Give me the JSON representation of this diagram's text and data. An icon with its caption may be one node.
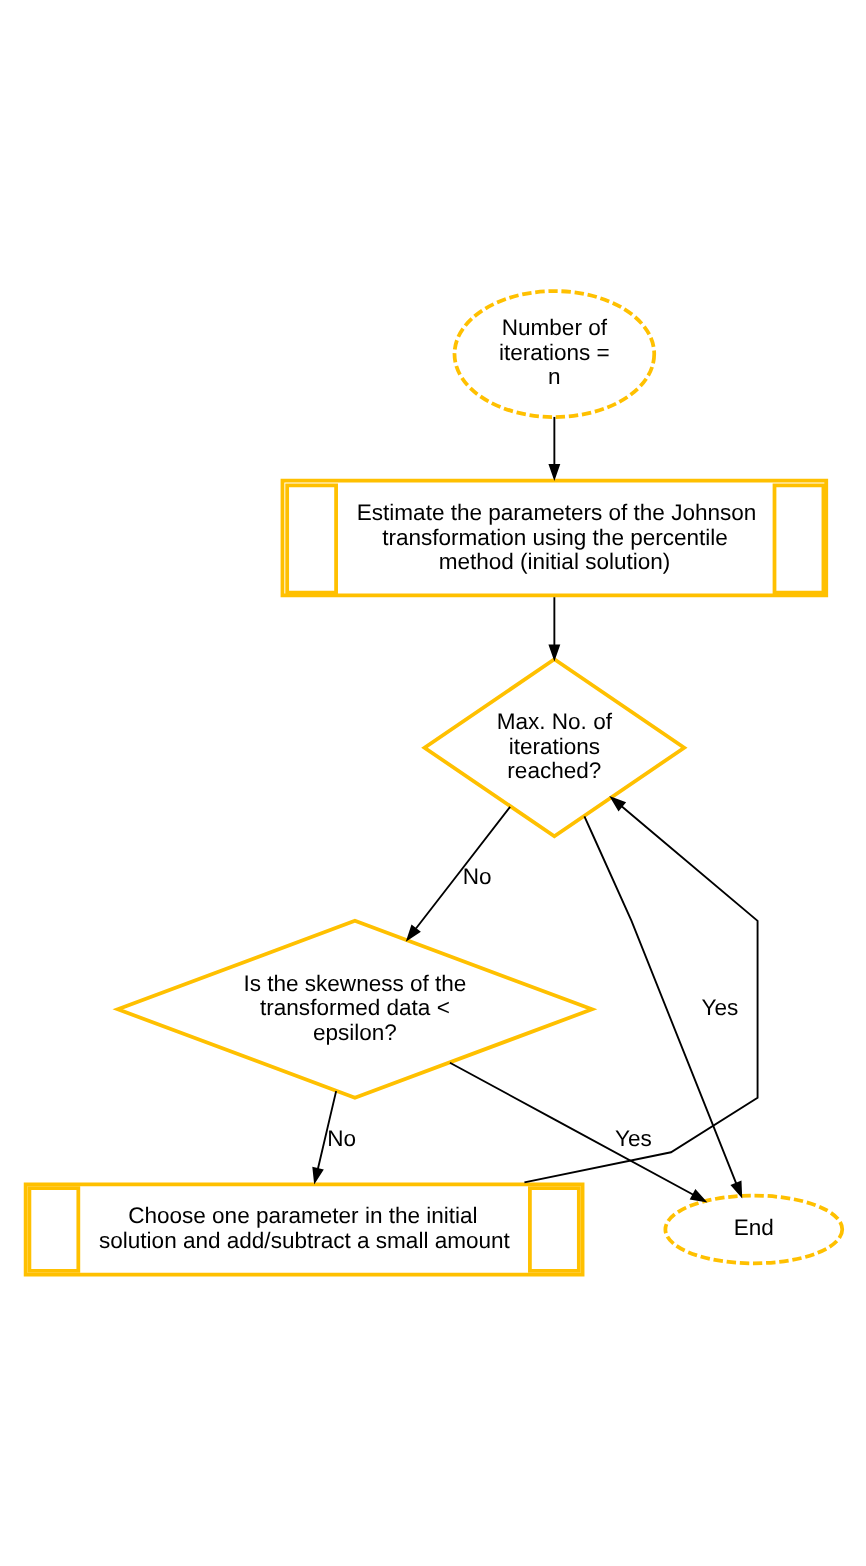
{
  "diagram": {
    "nodes": [
      {
        "text": [
          "Number of iterations = n"
        ]
      },
      {
        "text": [
          "Estimate the parameters of the Johnson transformation using the percentile method (initial solution)"
        ]
      },
      {
        "text": [
          "Max. No. of iterations reached?"
        ]
      },
      {
        "text": [
          "Is the skewness of the transformed data < epsilon?"
        ]
      },
      {
        "text": [
          "Choose one parameter in the initial solution and add/subtract a small amount"
        ]
      },
      {
        "text": [
          "End"
        ]
      }
    ],
    "edges": [
      {
        "from": 0,
        "to": 1,
        "arrow": "to"
      },
      {
        "from": 1,
        "to": 2,
        "arrow": "to"
      },
      {
        "from": 2,
        "to": 3,
        "arrow": "to",
        "label": "No"
      },
      {
        "from": 3,
        "to": 4,
        "arrow": "to",
        "label": "No"
      },
      {
        "from": 2,
        "to": 5,
        "arrow": "to",
        "label": "Yes"
      },
      {
        "from": 3,
        "to": 5,
        "arrow": "to",
        "label": "Yes"
      },
      {
        "from": 4,
        "to": 2,
        "arrow": "to"
      }
    ]
  }
}
